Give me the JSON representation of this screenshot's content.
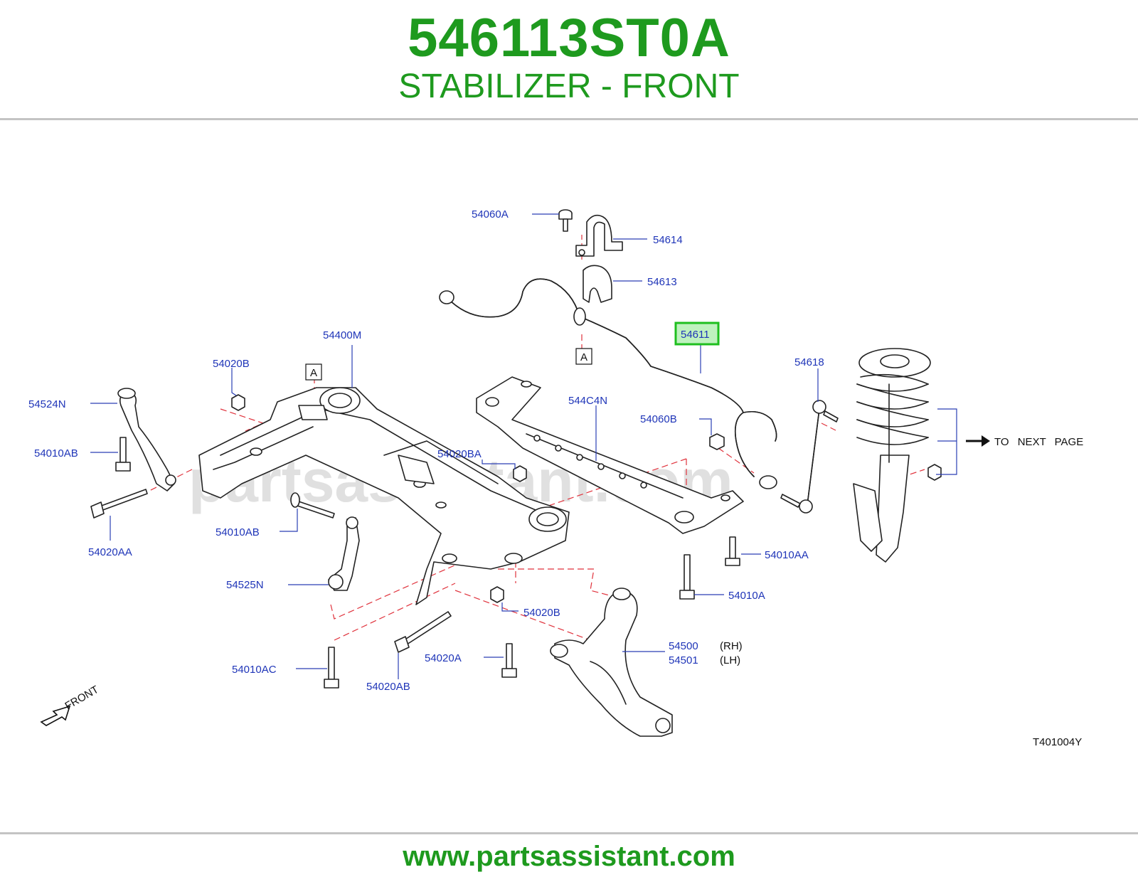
{
  "header": {
    "part_number": "546113ST0A",
    "part_name": "STABILIZER - FRONT"
  },
  "footer": {
    "website": "www.partsassistant.com"
  },
  "watermark": "partsassistant.com",
  "diagram": {
    "highlight_color": "#1fbf1f",
    "label_color": "#1f35b8",
    "callouts": [
      "54060A",
      "54614",
      "54613",
      "54611",
      "54400M",
      "54020B",
      "54524N",
      "54010AB",
      "54618",
      "544C4N",
      "54060B",
      "54020BA",
      "54020AA",
      "54010AB",
      "54010AA",
      "54525N",
      "54010A",
      "54020B",
      "54500",
      "54501",
      "54010AC",
      "54020A",
      "54020AB"
    ],
    "side_labels": [
      "(RH)",
      "(LH)"
    ],
    "ref_marks": [
      "A",
      "A"
    ],
    "to_next_page": "TO NEXT PAGE",
    "front_label": "FRONT",
    "drawing_code": "T401004Y",
    "highlighted_part": "54611"
  }
}
